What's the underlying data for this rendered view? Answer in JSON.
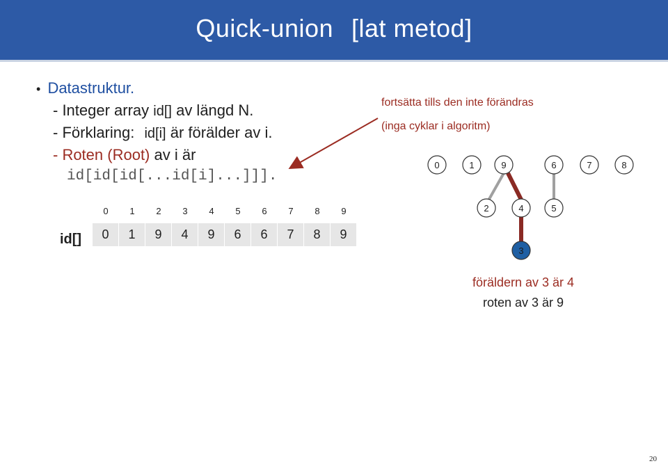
{
  "header": {
    "title_main": "Quick-union",
    "title_note": "[lat metod]"
  },
  "bullets": {
    "bullet": "•",
    "datastruktur": "Datastruktur.",
    "line1_prefix": "- Integer array ",
    "line1_code": "id[]",
    "line1_suffix": " av längd N.",
    "line2_prefix": "- Förklaring: ",
    "line2_code": "id[i]",
    "line2_suffix": " är förälder av i.",
    "line3_prefix": "- Roten (Root)",
    "line3_suffix": " av i är",
    "line4": "id[id[id[...id[i]...]]]."
  },
  "annotation": {
    "line1": "fortsätta tills den inte förändras",
    "line2": "(inga cyklar i algoritm)"
  },
  "array": {
    "label": "id[]",
    "indices": [
      "0",
      "1",
      "2",
      "3",
      "4",
      "5",
      "6",
      "7",
      "8",
      "9"
    ],
    "values": [
      "0",
      "1",
      "9",
      "4",
      "9",
      "6",
      "6",
      "7",
      "8",
      "9"
    ]
  },
  "tree": {
    "top_row": [
      "0",
      "1",
      "9",
      "6",
      "7",
      "8"
    ],
    "mid_row": [
      "2",
      "4",
      "5"
    ],
    "bottom": "3"
  },
  "caption": {
    "line1_prefix": "föräldern av 3 ",
    "line1_suffix": "är 4",
    "line2_prefix": "roten av 3 ",
    "line2_suffix": "är 9"
  },
  "page_number": "20",
  "colors": {
    "header_bg": "#2d5aa6",
    "accent_blue": "#1f4fa1",
    "accent_red": "#9b2c22",
    "highlight_node": "#1f5fa3",
    "cell_bg": "#e6e6e6"
  }
}
